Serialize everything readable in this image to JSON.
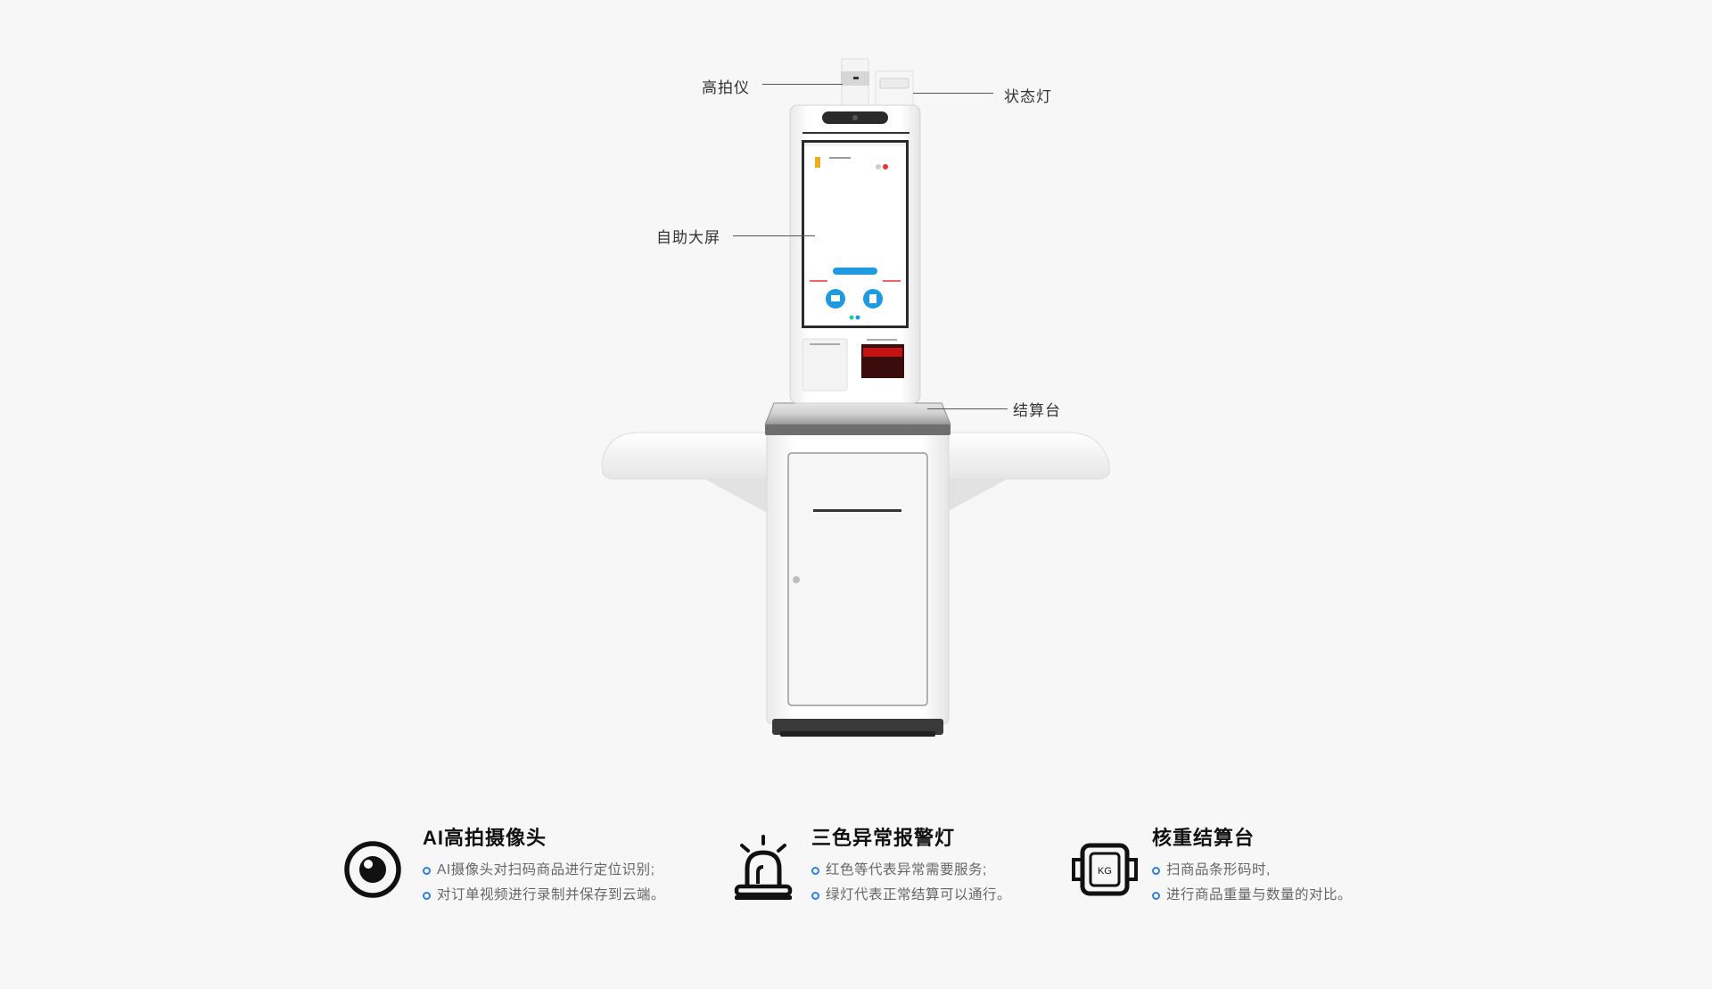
{
  "callouts": {
    "camera": "高拍仪",
    "status_light": "状态灯",
    "screen": "自助大屏",
    "checkout": "结算台"
  },
  "features": [
    {
      "icon": "camera-eye-icon",
      "title": "AI高拍摄像头",
      "points": [
        "AI摄像头对扫码商品进行定位识别;",
        "对订单视频进行录制并保存到云端。"
      ]
    },
    {
      "icon": "alarm-light-icon",
      "title": "三色异常报警灯",
      "points": [
        "红色等代表异常需要服务;",
        "绿灯代表正常结算可以通行。"
      ]
    },
    {
      "icon": "scale-icon",
      "icon_text": "KG",
      "title": "核重结算台",
      "points": [
        "扫商品条形码时,",
        "进行商品重量与数量的对比。"
      ]
    }
  ],
  "colors": {
    "accent_blue": "#2f7fe0",
    "background": "#f7f7f7"
  }
}
